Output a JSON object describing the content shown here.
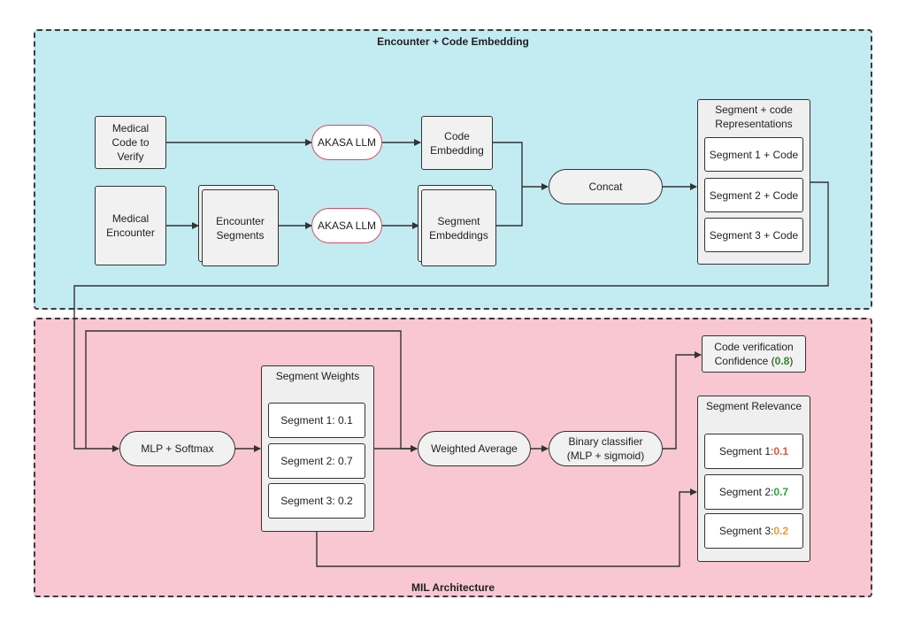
{
  "top_region": {
    "title": "Encounter + Code Embedding"
  },
  "bottom_region": {
    "title": "MIL Architecture"
  },
  "medical_code": "Medical\nCode to\nVerify",
  "medical_encounter": "Medical\nEncounter",
  "encounter_segments": "Encounter\nSegments",
  "llm_code": "AKASA LLM",
  "llm_segments": "AKASA LLM",
  "code_embedding": "Code\nEmbedding",
  "segment_embeddings": "Segment\nEmbeddings",
  "concat": "Concat",
  "representations": {
    "title": "Segment + code\nRepresentations",
    "items": [
      "Segment 1 + Code",
      "Segment 2 + Code",
      "Segment 3 + Code"
    ]
  },
  "mlp_softmax": "MLP + Softmax",
  "segment_weights": {
    "title": "Segment Weights",
    "items": [
      "Segment 1: 0.1",
      "Segment 2: 0.7",
      "Segment 3: 0.2"
    ]
  },
  "weighted_average": "Weighted Average",
  "binary_classifier": "Binary classifier\n(MLP + sigmoid)",
  "confidence": {
    "line1": "Code verification",
    "line2_prefix": "Confidence (",
    "value": "0.8",
    "line2_suffix": ")"
  },
  "segment_relevance": {
    "title": "Segment Relevance",
    "items": [
      {
        "label": "Segment 1: ",
        "value": "0.1",
        "color": "#e0533d"
      },
      {
        "label": "Segment 2: ",
        "value": "0.7",
        "color": "#2ea043"
      },
      {
        "label": "Segment 3: ",
        "value": "0.2",
        "color": "#ef9a2a"
      }
    ]
  }
}
